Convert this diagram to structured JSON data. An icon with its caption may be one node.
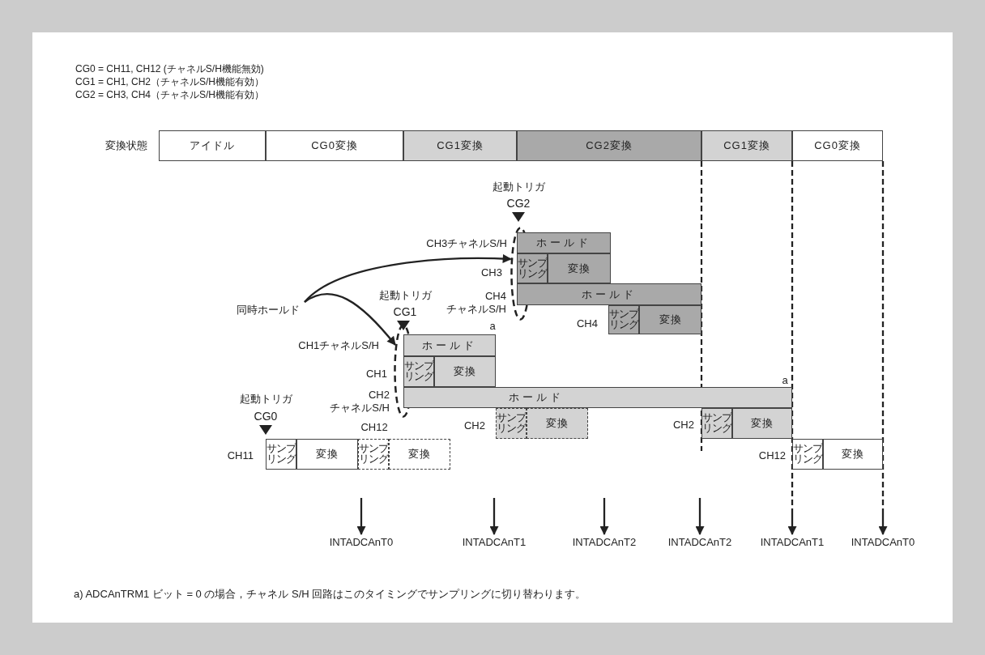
{
  "diagram": {
    "nodes": [
      {
        "text": [
          "アイドル"
        ]
      },
      {
        "text": [
          "CG0変換"
        ]
      },
      {
        "text": [
          "CG1変換"
        ]
      },
      {
        "text": [
          "CG2変換"
        ]
      },
      {
        "text": [
          "CG1変換"
        ]
      },
      {
        "text": [
          "CG0変換"
        ]
      },
      {
        "text": [
          "同時ホールド"
        ]
      },
      {
        "text": [],
        "shape": "ellipse"
      },
      {
        "text": [],
        "shape": "ellipse"
      },
      {
        "text": [
          "ホールド"
        ]
      },
      {
        "text": [
          "サンプリング"
        ]
      },
      {
        "text": [
          "変換"
        ]
      },
      {
        "text": [
          "ホールド"
        ]
      },
      {
        "text": [
          "サンプリング"
        ]
      },
      {
        "text": [
          "変換"
        ]
      },
      {
        "text": [
          "ホールド"
        ]
      },
      {
        "text": [
          "サンプリング"
        ]
      },
      {
        "text": [
          "変換"
        ]
      },
      {
        "text": [
          "ホールド"
        ]
      },
      {
        "text": [
          "サンプリング"
        ]
      },
      {
        "text": [
          "変換"
        ]
      },
      {
        "text": [
          "サンプリング"
        ]
      },
      {
        "text": [
          "変換"
        ]
      },
      {
        "text": [
          "サンプリング"
        ]
      },
      {
        "text": [
          "変換"
        ]
      },
      {
        "text": [
          "サンプリング"
        ]
      },
      {
        "text": [
          "変換"
        ]
      },
      {
        "text": [
          "サンプリング"
        ]
      },
      {
        "text": [
          "変換"
        ]
      },
      {
        "text": [
          "INTADCAnT0"
        ]
      },
      {
        "text": [
          "INTADCAnT1"
        ]
      },
      {
        "text": [
          "INTADCAnT2"
        ]
      },
      {
        "text": [
          "INTADCAnT2"
        ]
      },
      {
        "text": [
          "INTADCAnT1"
        ]
      },
      {
        "text": [
          "INTADCAnT0"
        ]
      }
    ],
    "edges": [
      {
        "from": 6,
        "to": 7,
        "arrow": "to"
      },
      {
        "from": 6,
        "to": 8,
        "arrow": "to"
      },
      {
        "from": null,
        "to": 29,
        "arrow": "to"
      },
      {
        "from": null,
        "to": 30,
        "arrow": "to"
      },
      {
        "from": null,
        "to": 31,
        "arrow": "to"
      },
      {
        "from": null,
        "to": 32,
        "arrow": "to"
      },
      {
        "from": 4,
        "to": 33,
        "arrow": "to",
        "style": "dashed"
      },
      {
        "from": 5,
        "to": 34,
        "arrow": "to",
        "style": "dashed"
      }
    ],
    "labels": [
      "CG0 = CH11, CH12 (チャネルS/H機能無効)",
      "CG1 = CH1, CH2（チャネルS/H機能有効）",
      "CG2 = CH3, CH4（チャネルS/H機能有効）",
      "変換状態",
      "起動トリガ",
      "CG2",
      "CH3チャネルS/H",
      "CH3",
      "CH4 チャネルS/H",
      "起動トリガ",
      "CG1",
      "a",
      "CH4",
      "CH1チャネルS/H",
      "CH1",
      "CH2 チャネルS/H",
      "a",
      "起動トリガ",
      "CG0",
      "CH12",
      "CH2",
      "CH2",
      "CH11",
      "CH12",
      "a) ADCAnTRM1 ビット = 0 の場合，チャネル S/H 回路はこのタイミングでサンプリングに切り替わります。"
    ]
  }
}
